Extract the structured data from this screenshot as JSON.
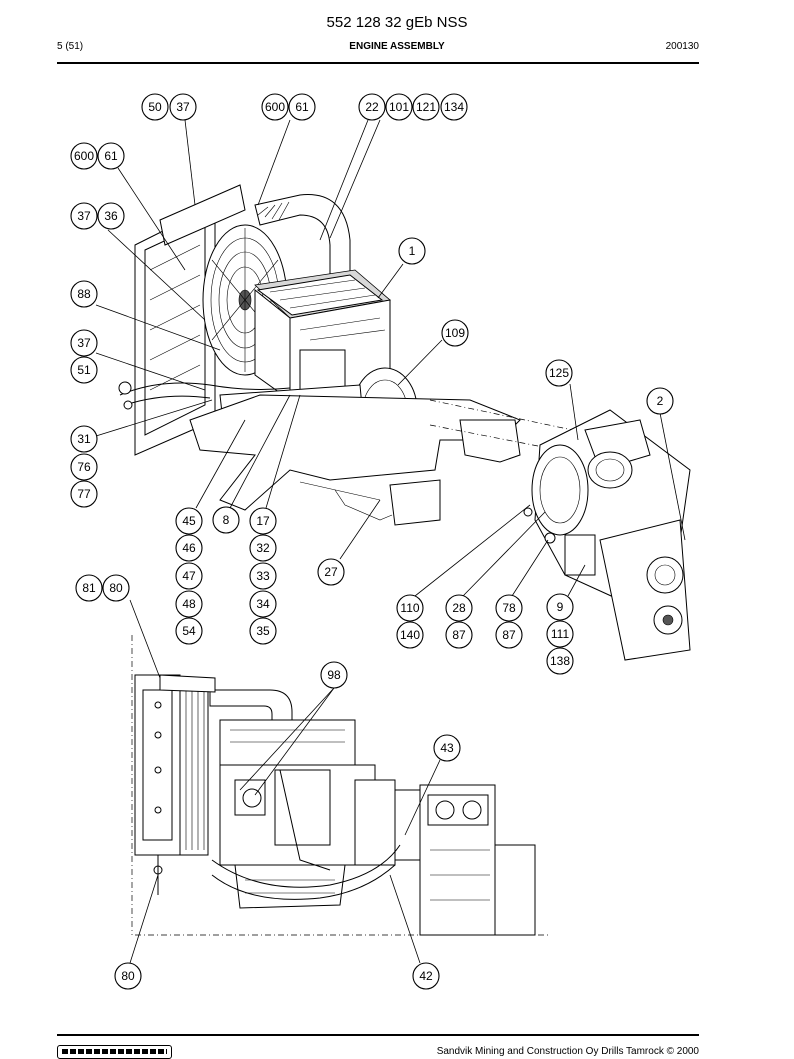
{
  "header": {
    "document_number": "552 128 32 gEb NSS",
    "page": "5 (51)",
    "section_title": "ENGINE ASSEMBLY",
    "date_code": "200130"
  },
  "footer": {
    "copyright": "Sandvik Mining and Construction Oy Drills Tamrock © 2000",
    "logo_text": "SANDVIK"
  },
  "callouts": [
    {
      "id": "c50",
      "label": "50"
    },
    {
      "id": "c37a",
      "label": "37"
    },
    {
      "id": "c600a",
      "label": "600"
    },
    {
      "id": "c61a",
      "label": "61"
    },
    {
      "id": "c22",
      "label": "22"
    },
    {
      "id": "c101",
      "label": "101"
    },
    {
      "id": "c121",
      "label": "121"
    },
    {
      "id": "c134",
      "label": "134"
    },
    {
      "id": "c600b",
      "label": "600"
    },
    {
      "id": "c61b",
      "label": "61"
    },
    {
      "id": "c37b",
      "label": "37"
    },
    {
      "id": "c36",
      "label": "36"
    },
    {
      "id": "c1",
      "label": "1"
    },
    {
      "id": "c88",
      "label": "88"
    },
    {
      "id": "c109",
      "label": "109"
    },
    {
      "id": "c37c",
      "label": "37"
    },
    {
      "id": "c51",
      "label": "51"
    },
    {
      "id": "c125",
      "label": "125"
    },
    {
      "id": "c2",
      "label": "2"
    },
    {
      "id": "c31",
      "label": "31"
    },
    {
      "id": "c76",
      "label": "76"
    },
    {
      "id": "c77",
      "label": "77"
    },
    {
      "id": "c45",
      "label": "45"
    },
    {
      "id": "c8",
      "label": "8"
    },
    {
      "id": "c17",
      "label": "17"
    },
    {
      "id": "c46",
      "label": "46"
    },
    {
      "id": "c32",
      "label": "32"
    },
    {
      "id": "c47",
      "label": "47"
    },
    {
      "id": "c33",
      "label": "33"
    },
    {
      "id": "c27",
      "label": "27"
    },
    {
      "id": "c81",
      "label": "81"
    },
    {
      "id": "c80a",
      "label": "80"
    },
    {
      "id": "c48",
      "label": "48"
    },
    {
      "id": "c34",
      "label": "34"
    },
    {
      "id": "c110",
      "label": "110"
    },
    {
      "id": "c28",
      "label": "28"
    },
    {
      "id": "c78",
      "label": "78"
    },
    {
      "id": "c9",
      "label": "9"
    },
    {
      "id": "c54",
      "label": "54"
    },
    {
      "id": "c35",
      "label": "35"
    },
    {
      "id": "c140",
      "label": "140"
    },
    {
      "id": "c87a",
      "label": "87"
    },
    {
      "id": "c87b",
      "label": "87"
    },
    {
      "id": "c111",
      "label": "111"
    },
    {
      "id": "c138",
      "label": "138"
    },
    {
      "id": "c98",
      "label": "98"
    },
    {
      "id": "c43",
      "label": "43"
    },
    {
      "id": "c80b",
      "label": "80"
    },
    {
      "id": "c42",
      "label": "42"
    }
  ]
}
